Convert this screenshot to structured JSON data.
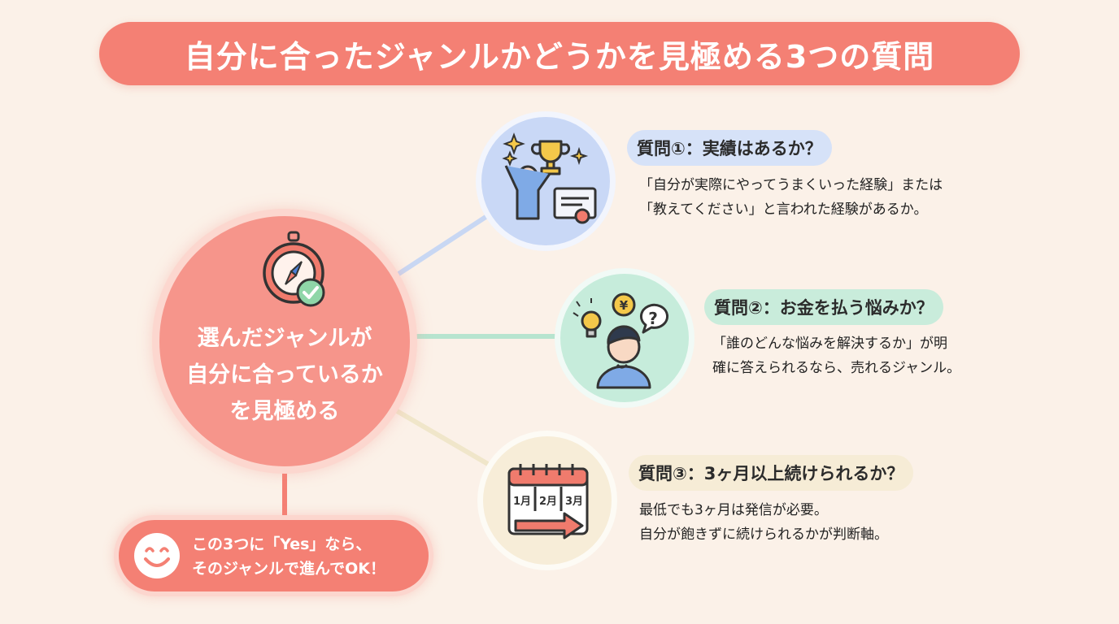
{
  "title": "自分に合ったジャンルかどうかを見極める3つの質問",
  "center": {
    "lines": [
      "選んだジャンルが",
      "自分に合っているか",
      "を見極める"
    ]
  },
  "questions": [
    {
      "label": "質問①：実績はあるか？",
      "lines": [
        "「自分が実際にやってうまくいった経験」または",
        "「教えてください」と言われた経験があるか。"
      ],
      "icon": "trophy-person-certificate-icon",
      "color": "#c9d8f6"
    },
    {
      "label": "質問②：お金を払う悩みか？",
      "lines": [
        "「誰のどんな悩みを解決するか」が明",
        "確に答えられるなら、売れるジャンル。"
      ],
      "icon": "thinking-person-lightbulb-yen-icon",
      "color": "#c6ecdb"
    },
    {
      "label": "質問③：3ヶ月以上続けられるか？",
      "lines": [
        "最低でも3ヶ月は発信が必要。",
        "自分が飽きずに続けられるかが判断軸。"
      ],
      "icon": "calendar-arrow-icon",
      "color": "#f7edd8",
      "calendar_labels": [
        "1月",
        "2月",
        "3月"
      ]
    }
  ],
  "conclusion": {
    "lines": [
      "この3つに「Yes」なら、",
      "そのジャンルで進んでOK！"
    ],
    "icon": "smiley-icon"
  },
  "colors": {
    "accent": "#f48074",
    "center": "#f6958b",
    "background": "#fbf1e8"
  }
}
